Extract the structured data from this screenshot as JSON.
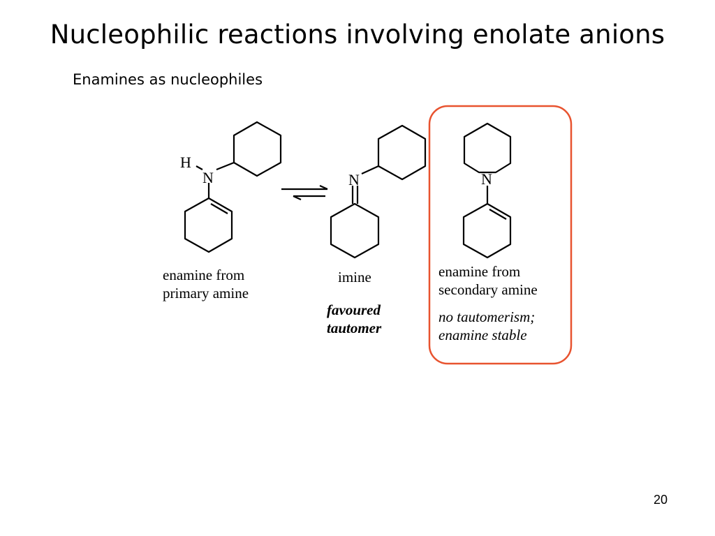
{
  "slide": {
    "title": "Nucleophilic reactions involving enolate anions",
    "subtitle": "Enamines as nucleophiles",
    "page_number": "20"
  },
  "molecules": {
    "primary_enamine": {
      "atom_h": "H",
      "atom_n": "N",
      "caption_line1": "enamine from",
      "caption_line2": "primary amine"
    },
    "imine": {
      "atom_n": "N",
      "caption": "imine",
      "note_line1": "favoured",
      "note_line2": "tautomer"
    },
    "secondary_enamine": {
      "atom_n": "N",
      "caption_line1": "enamine from",
      "caption_line2": "secondary amine",
      "note_line1": "no tautomerism;",
      "note_line2": "enamine stable"
    }
  },
  "colors": {
    "highlight_box": "#e8532f",
    "ink": "#000000"
  }
}
